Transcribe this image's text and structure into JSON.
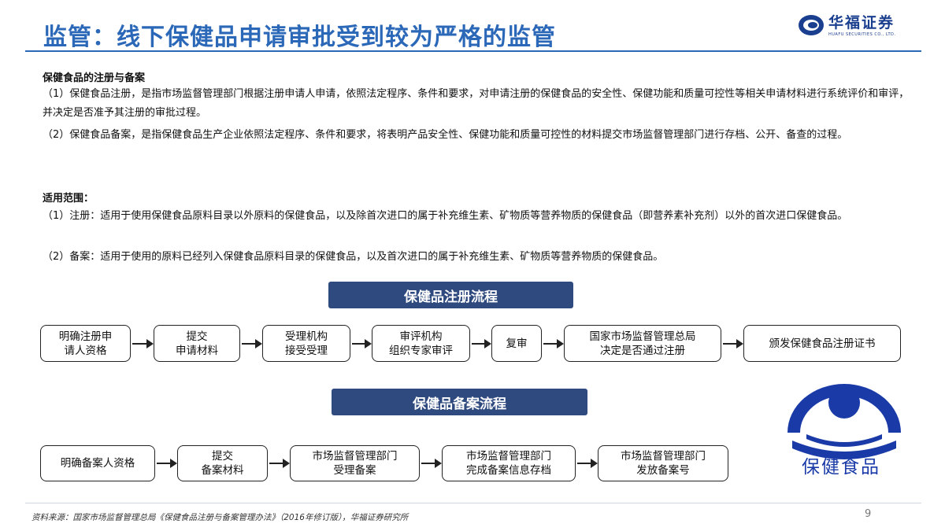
{
  "header": {
    "title": "监管：线下保健品申请审批受到较为严格的监管",
    "logo_text": "华福证券",
    "logo_sub": "HUAFU SECURITIES CO., LTD."
  },
  "registration": {
    "heading": "保健食品的注册与备案",
    "p1": "（1）保健食品注册，是指市场监督管理部门根据注册申请人申请，依照法定程序、条件和要求，对申请注册的保健食品的安全性、保健功能和质量可控性等相关申请材料进行系统评价和审评，并决定是否准予其注册的审批过程。",
    "p2": "（2）保健食品备案，是指保健食品生产企业依照法定程序、条件和要求，将表明产品安全性、保健功能和质量可控性的材料提交市场监督管理部门进行存档、公开、备查的过程。"
  },
  "scope": {
    "heading": "适用范围：",
    "p1": "（1）注册：适用于使用保健食品原料目录以外原料的保健食品，以及除首次进口的属于补充维生素、矿物质等营养物质的保健食品（即营养素补充剂）以外的首次进口保健食品。",
    "p2": "（2）备案：适用于使用的原料已经列入保健食品原料目录的保健食品，以及首次进口的属于补充维生素、矿物质等营养物质的保健食品。"
  },
  "flow_register": {
    "title": "保健品注册流程",
    "steps": [
      "明确注册申\n请人资格",
      "提交\n申请材料",
      "受理机构\n接受受理",
      "审评机构\n组织专家审评",
      "复审",
      "国家市场监督管理总局\n决定是否通过注册",
      "颁发保健食品注册证书"
    ]
  },
  "flow_filing": {
    "title": "保健品备案流程",
    "steps": [
      "明确备案人资格",
      "提交\n备案材料",
      "市场监督管理部门\n受理备案",
      "市场监督管理部门\n完成备案信息存档",
      "市场监督管理部门\n发放备案号"
    ]
  },
  "emblem": {
    "label": "保健食品",
    "color": "#1a3aa8"
  },
  "footer": {
    "source": "资料来源：国家市场监督管理总局《保健食品注册与备案管理办法》（2016年修订版），华福证券研究所",
    "page": "9"
  }
}
